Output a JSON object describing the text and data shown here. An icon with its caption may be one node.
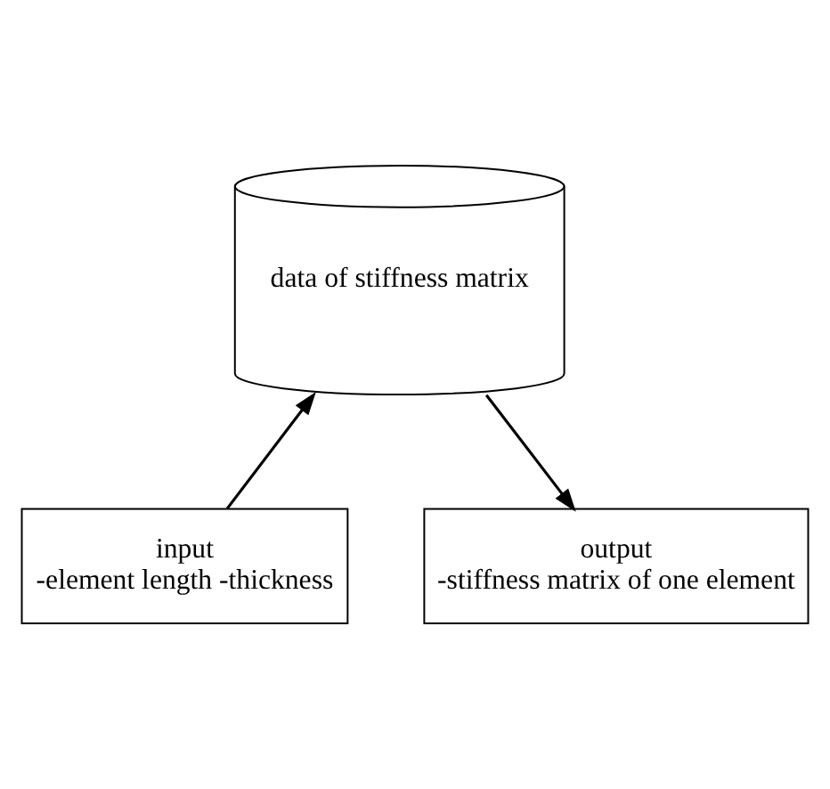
{
  "diagram": {
    "nodes": [
      {
        "text": [
          "data of stiffness matrix"
        ]
      },
      {
        "text": [
          "input",
          "-element length -thickness"
        ]
      },
      {
        "text": [
          "output",
          "-stiffness matrix of one element"
        ]
      }
    ],
    "edges": [
      {
        "from": 1,
        "to": 0,
        "arrow": "to"
      },
      {
        "from": 0,
        "to": 2,
        "arrow": "to"
      }
    ]
  }
}
